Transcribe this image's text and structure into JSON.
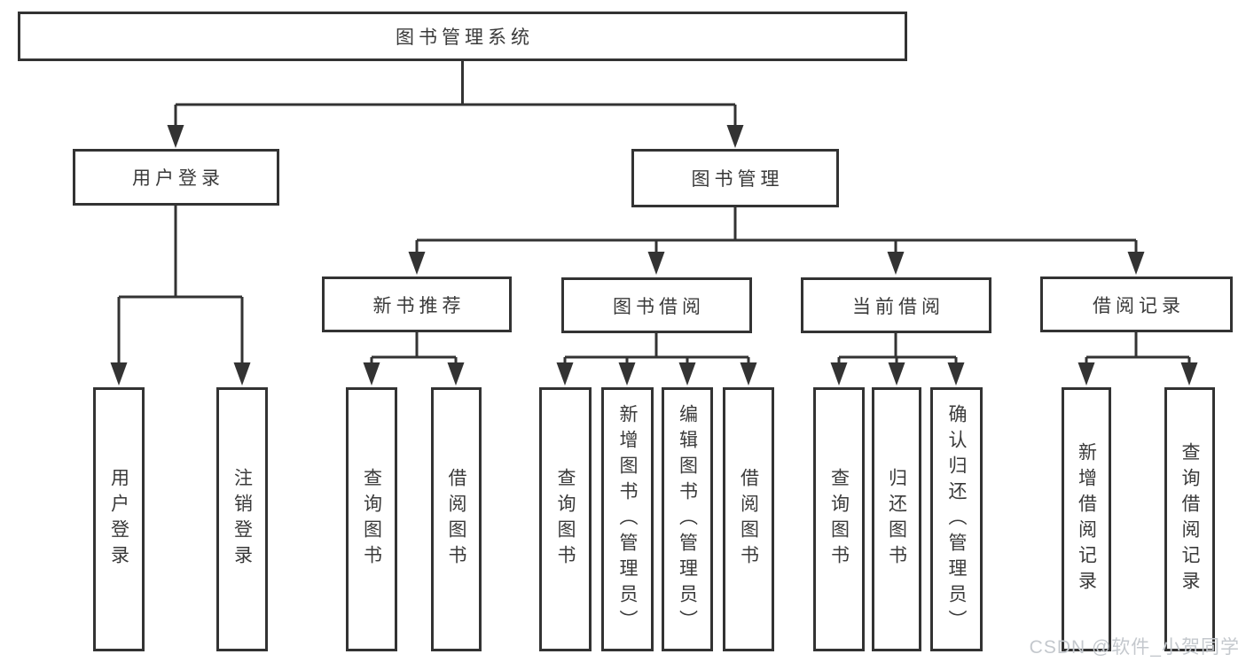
{
  "colors": {
    "line": "#333333",
    "box_border": "#333333",
    "text": "#3a3a3a",
    "background": "#ffffff",
    "watermark": "#c4c8cd"
  },
  "tree": {
    "label": "图书管理系统",
    "children": [
      {
        "label": "用户登录",
        "children": [
          {
            "label": "用户登录"
          },
          {
            "label": "注销登录"
          }
        ]
      },
      {
        "label": "图书管理",
        "children": [
          {
            "label": "新书推荐",
            "children": [
              {
                "label": "查询图书"
              },
              {
                "label": "借阅图书"
              }
            ]
          },
          {
            "label": "图书借阅",
            "children": [
              {
                "label": "查询图书"
              },
              {
                "label": "新增图书（管理员）"
              },
              {
                "label": "编辑图书（管理员）"
              },
              {
                "label": "借阅图书"
              }
            ]
          },
          {
            "label": "当前借阅",
            "children": [
              {
                "label": "查询图书"
              },
              {
                "label": "归还图书"
              },
              {
                "label": "确认归还（管理员）"
              }
            ]
          },
          {
            "label": "借阅记录",
            "children": [
              {
                "label": "新增借阅记录"
              },
              {
                "label": "查询借阅记录"
              }
            ]
          }
        ]
      }
    ]
  },
  "watermark": {
    "text": "CSDN @软件_小贺同学"
  }
}
